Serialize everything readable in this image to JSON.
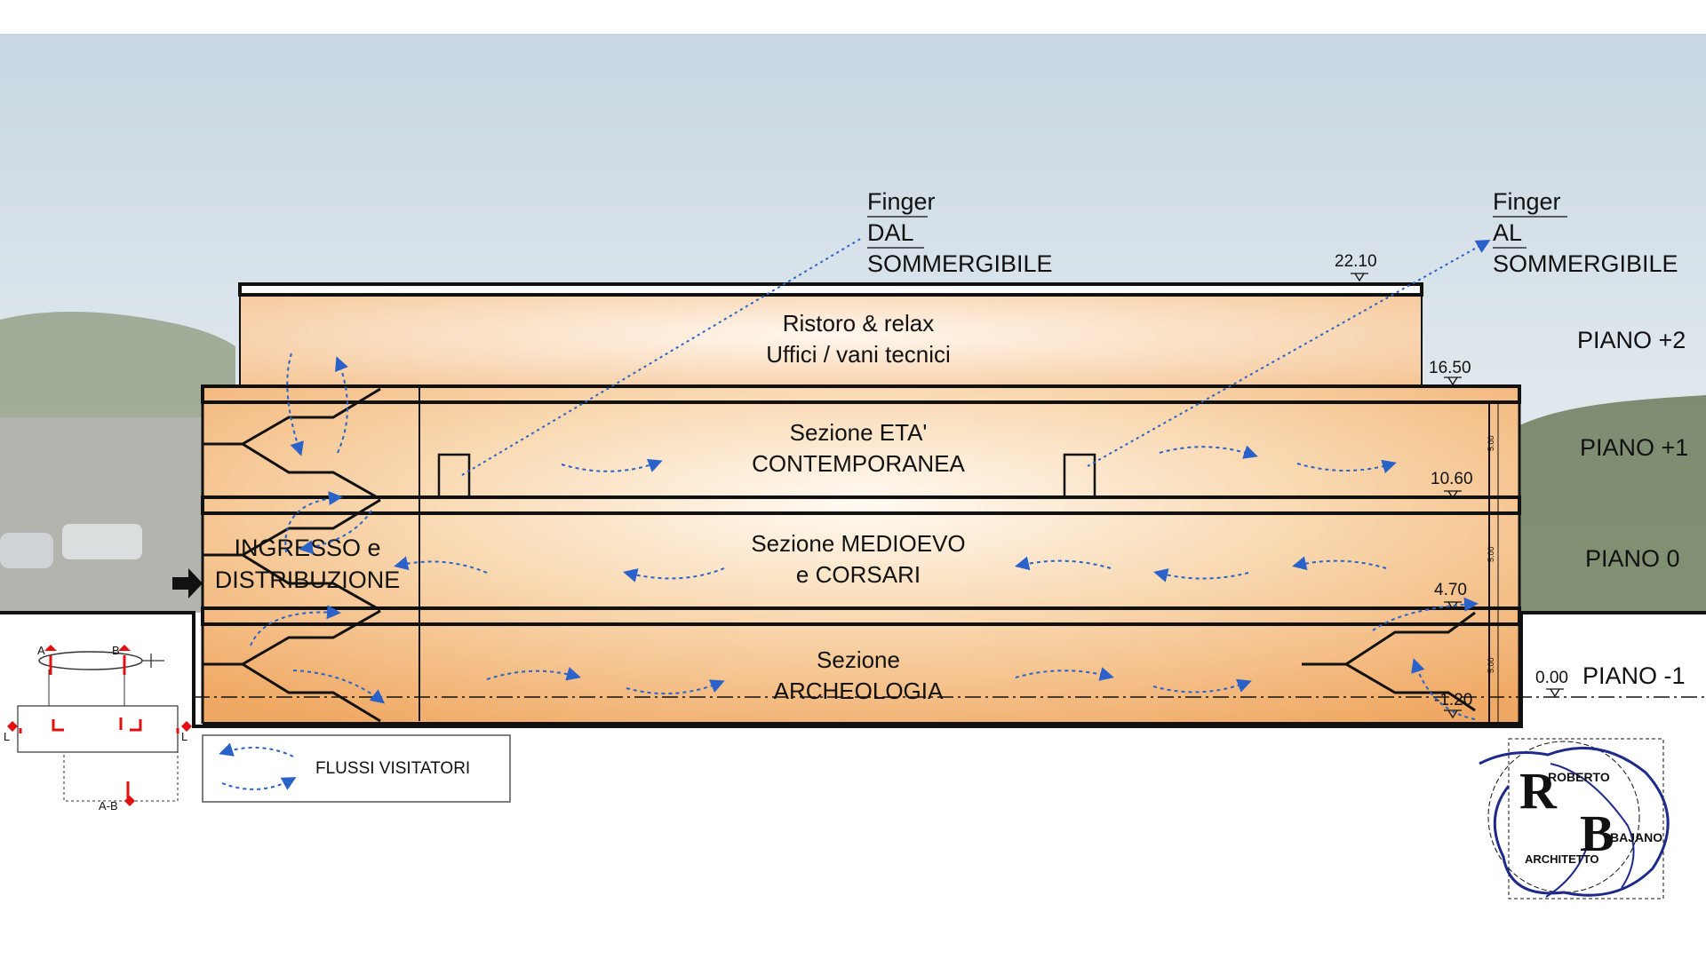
{
  "levels": {
    "piano_p2": "PIANO +2",
    "piano_p1": "PIANO +1",
    "piano_0": "PIANO 0",
    "piano_m1": "PIANO -1"
  },
  "elevations": {
    "e2210": "22.10",
    "e1650": "16.50",
    "e1060": "10.60",
    "e470": "4.70",
    "e000": "0.00",
    "em120": "-1.20",
    "dim500": "5.00"
  },
  "rooms": {
    "top_line1": "Ristoro & relax",
    "top_line2": "Uffici / vani tecnici",
    "p1_line1": "Sezione ETA'",
    "p1_line2": "CONTEMPORANEA",
    "p0_line1": "Sezione MEDIOEVO",
    "p0_line2": "e CORSARI",
    "m1_line1": "Sezione",
    "m1_line2": "ARCHEOLOGIA",
    "entry_line1": "INGRESSO e",
    "entry_line2": "DISTRIBUZIONE"
  },
  "fingers": {
    "dal_1": "Finger",
    "dal_2": "DAL",
    "dal_3": "SOMMERGIBILE",
    "al_1": "Finger",
    "al_2": "AL",
    "al_3": "SOMMERGIBILE"
  },
  "legend": {
    "label": "FLUSSI VISITATORI"
  },
  "keyplan": {
    "a": "A",
    "b": "B",
    "l_left": "L",
    "l_right": "L",
    "ab": "A-B"
  },
  "logo": {
    "line1": "ROBERTO",
    "line2": "BAJANO",
    "line3": "ARCHITETTO"
  },
  "colors": {
    "flow_arrow": "#2a62c9",
    "building_fill": "#f2b171",
    "section_marker": "#e01010",
    "logo_ink": "#1e2a8a"
  }
}
